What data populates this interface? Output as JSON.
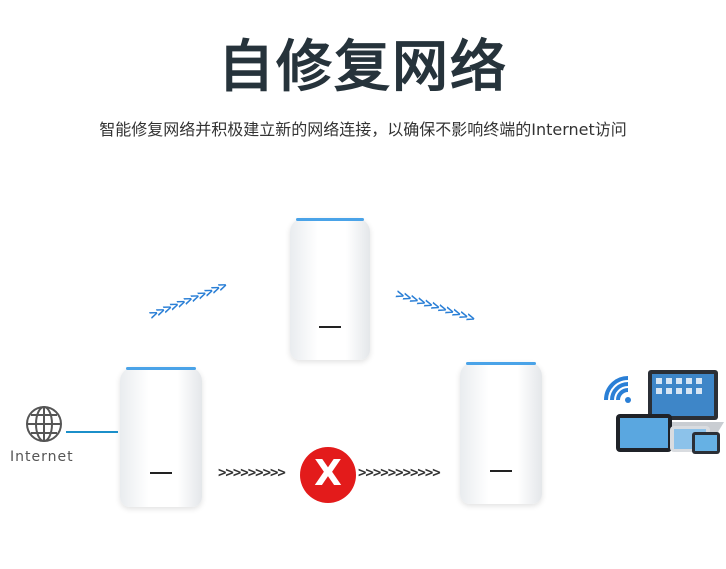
{
  "title": "自修复网络",
  "subtitle": "智能修复网络并积极建立新的网络连接，以确保不影响终端的Internet访问",
  "internet_label": "Internet",
  "arrows": {
    "left_up": ">>>>>>>>>>>",
    "right_down": ">>>>>>>>>>>",
    "bottom_left": ">>>>>>>>>",
    "bottom_right": ">>>>>>>>>>>"
  },
  "broken_mark": "X",
  "colors": {
    "accent": "#2a7fd6",
    "error": "#e31b1b",
    "title": "#26333b"
  }
}
